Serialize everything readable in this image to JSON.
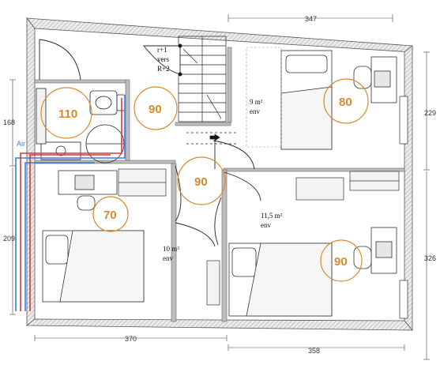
{
  "dimensions": {
    "top": "347",
    "left_upper": "168",
    "left_lower": "209",
    "right_upper": "229",
    "right_lower": "326",
    "bottom_left": "370",
    "bottom_right": "358"
  },
  "stair_label": [
    "r+1",
    "vers",
    "R+2"
  ],
  "rooms": {
    "room_9": [
      "9 m²",
      "env"
    ],
    "room_11": [
      "11,5 m²",
      "env"
    ],
    "room_10": [
      "10 m²",
      "env"
    ]
  },
  "air_label": "Air",
  "sound_circles": [
    "110",
    "90",
    "80",
    "90",
    "70",
    "90"
  ],
  "colors": {
    "circle": "#d98a2b",
    "air_blue": "#3d7bd6",
    "air_red": "#d23b3b",
    "wall": "#7a7a7a"
  }
}
